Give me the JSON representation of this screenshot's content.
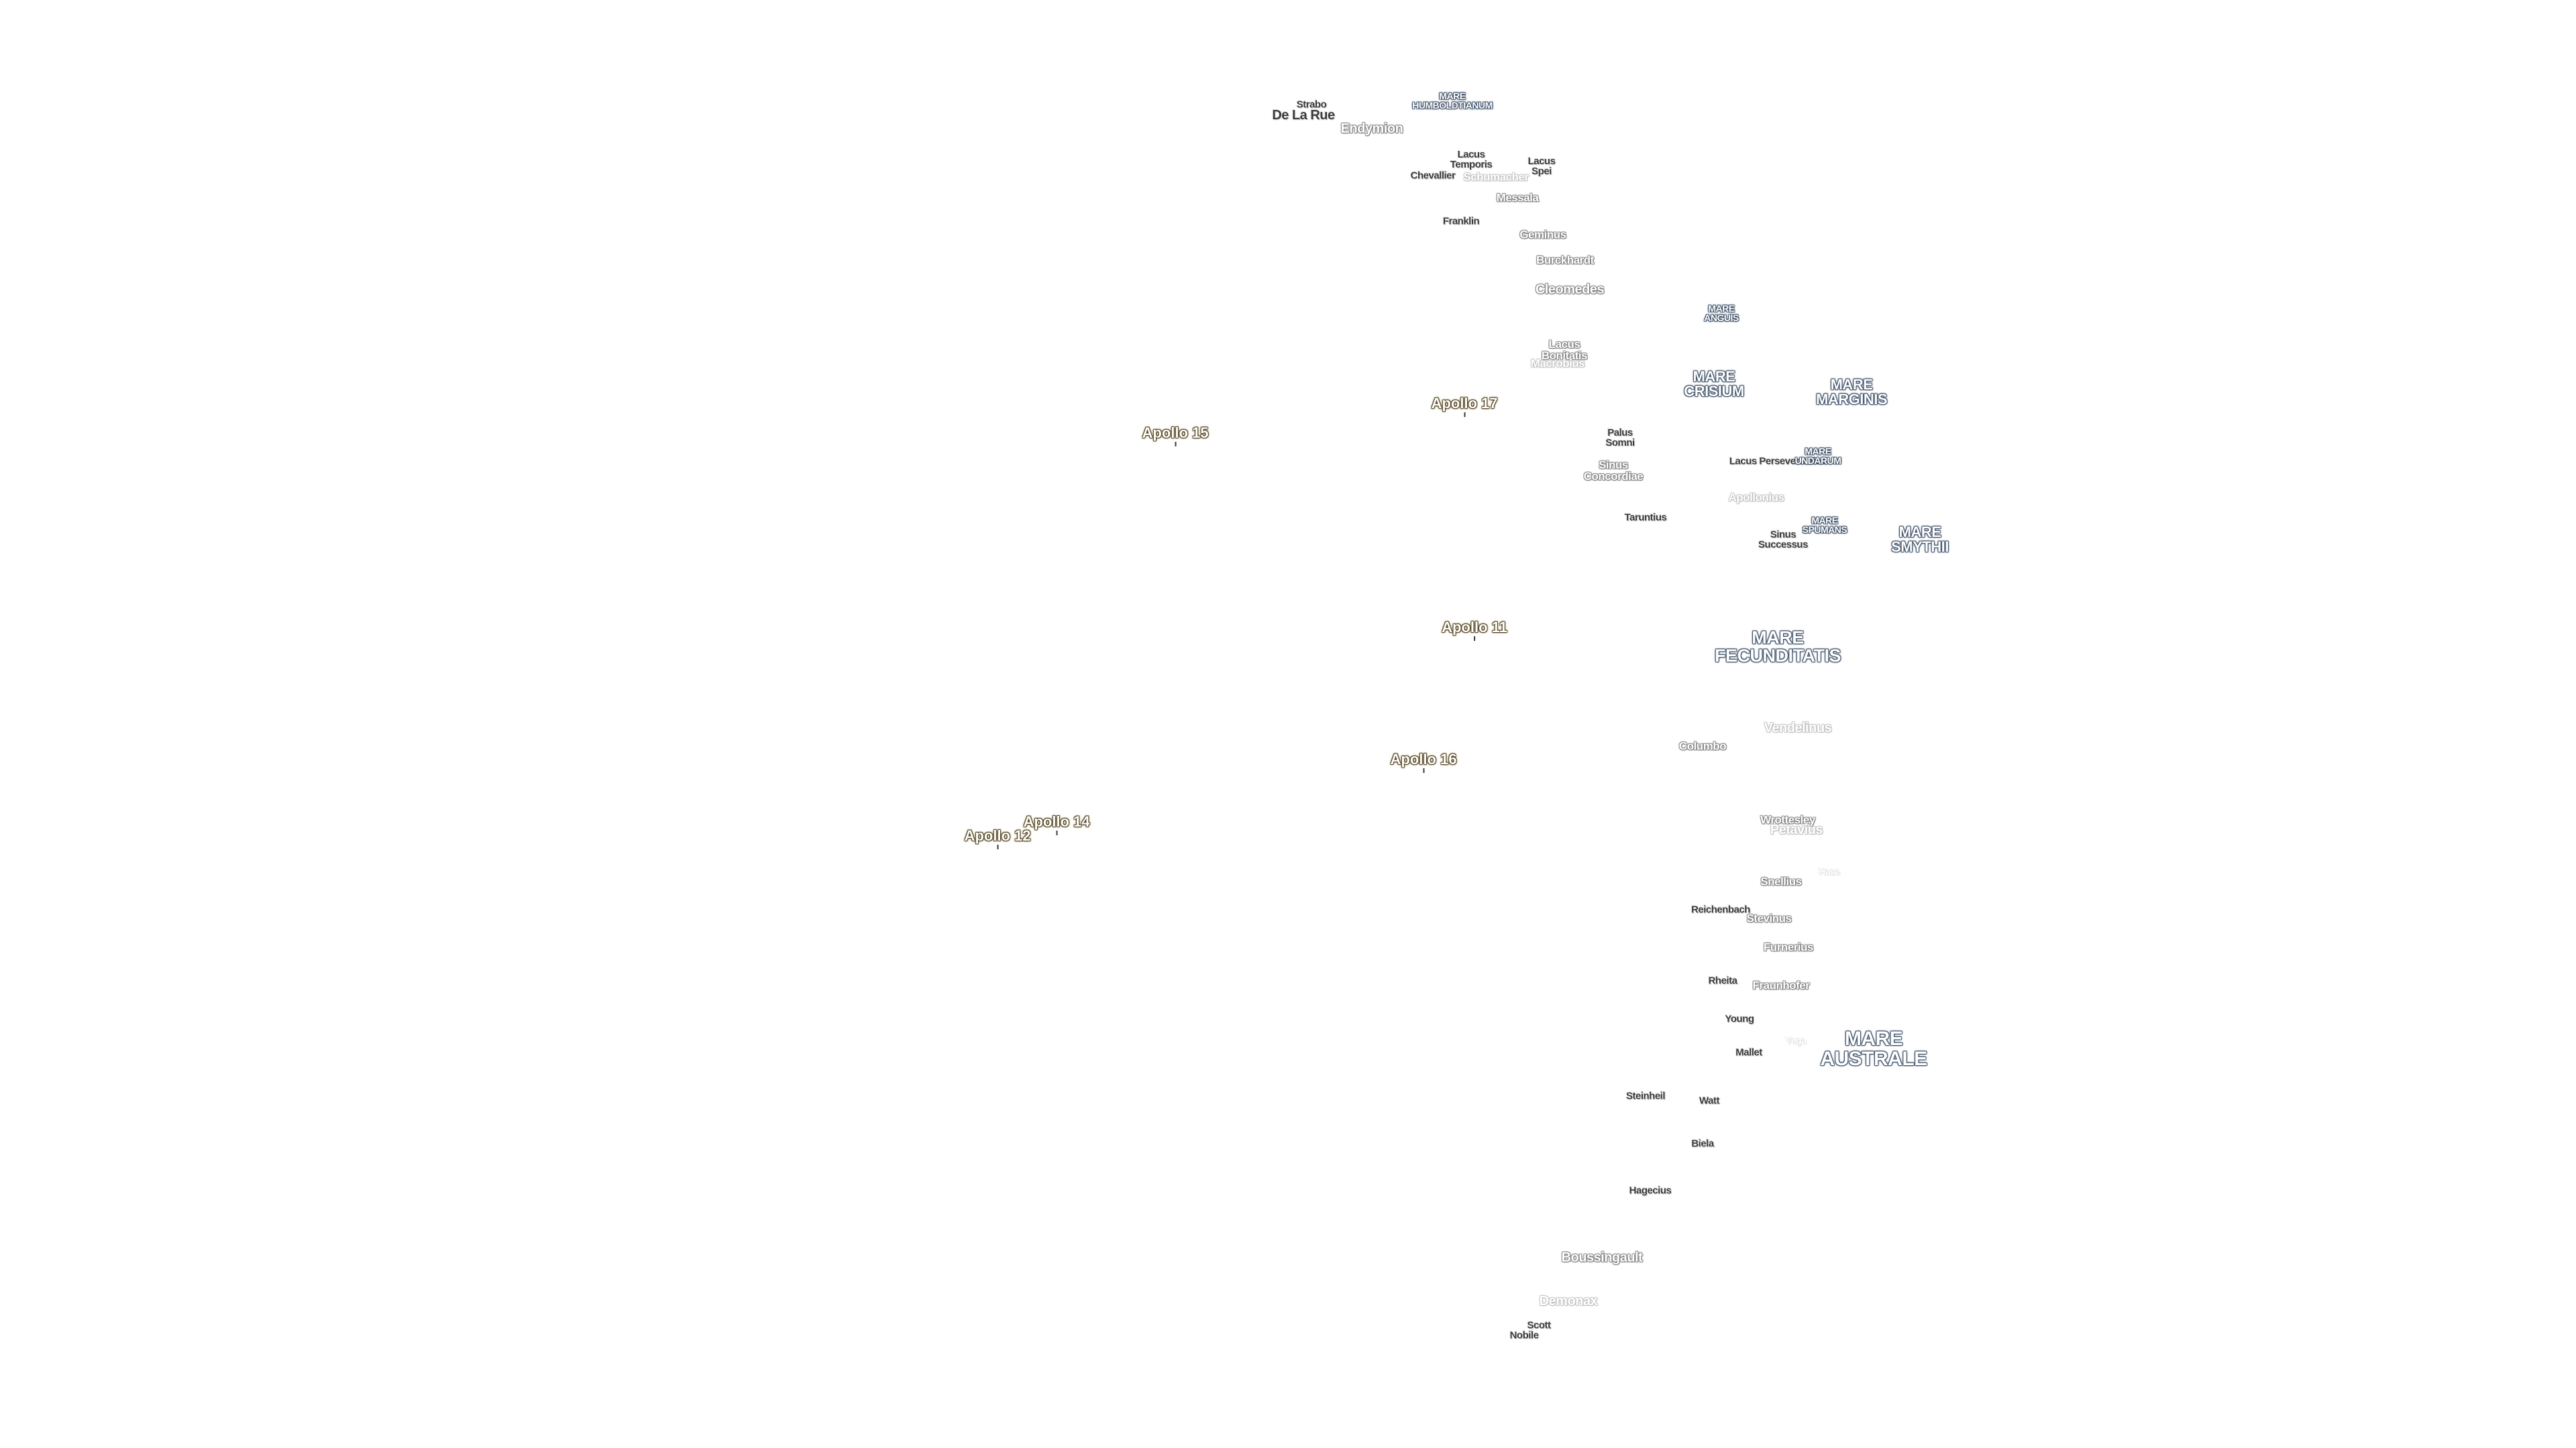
{
  "features": [
    {
      "id": "strabo",
      "label": "Strabo",
      "style": "f-dark"
    },
    {
      "id": "de-la-rue",
      "label": "De La Rue",
      "style": "f-dark f-big"
    },
    {
      "id": "mare-humboldtianum",
      "label": "MARE HUMBOLDTIANUM",
      "style": "mare m-s"
    },
    {
      "id": "endymion",
      "label": "Endymion",
      "style": "f-grey f-big"
    },
    {
      "id": "lacus-temporis",
      "label": "Lacus Temporis",
      "style": "f-dark"
    },
    {
      "id": "lacus-spei",
      "label": "Lacus Spei",
      "style": "f-dark"
    },
    {
      "id": "chevallier",
      "label": "Chevallier",
      "style": "f-dark"
    },
    {
      "id": "schumacher",
      "label": "Schumacher",
      "style": "f-faint"
    },
    {
      "id": "messala",
      "label": "Messala",
      "style": "f-grey"
    },
    {
      "id": "franklin",
      "label": "Franklin",
      "style": "f-dark"
    },
    {
      "id": "geminus",
      "label": "Geminus",
      "style": "f-grey"
    },
    {
      "id": "burckhardt",
      "label": "Burckhardt",
      "style": "f-grey"
    },
    {
      "id": "cleomedes",
      "label": "Cleomedes",
      "style": "f-grey f-big"
    },
    {
      "id": "mare-anguis",
      "label": "MARE ANGUIS",
      "style": "mare m-s"
    },
    {
      "id": "lacus-bonitatis",
      "label": "Lacus Bonitatis",
      "style": "f-grey"
    },
    {
      "id": "macrobius",
      "label": "Macrobius",
      "style": "f-faint"
    },
    {
      "id": "mare-crisium",
      "label": "MARE CRISIUM",
      "style": "mare m-m"
    },
    {
      "id": "mare-marginis",
      "label": "MARE MARGINIS",
      "style": "mare m-m"
    },
    {
      "id": "palus-somni",
      "label": "Palus Somni",
      "style": "f-dark"
    },
    {
      "id": "lacus-perseverantiae",
      "label": "Lacus Perseverantiae",
      "style": "f-dark"
    },
    {
      "id": "mare-undarum",
      "label": "MARE UNDARUM",
      "style": "mare m-s"
    },
    {
      "id": "sinus-concordiae",
      "label": "Sinus Concordiae",
      "style": "f-grey"
    },
    {
      "id": "apollonius",
      "label": "Apollonius",
      "style": "f-faint"
    },
    {
      "id": "taruntius",
      "label": "Taruntius",
      "style": "f-dark"
    },
    {
      "id": "mare-spumans",
      "label": "MARE SPUMANS",
      "style": "mare m-s"
    },
    {
      "id": "sinus-successus",
      "label": "Sinus Successus",
      "style": "f-dark"
    },
    {
      "id": "mare-smythii",
      "label": "MARE SMYTHII",
      "style": "mare m-m"
    },
    {
      "id": "mare-fecunditatis",
      "label": "MARE FECUNDITATIS",
      "style": "mare m-l"
    },
    {
      "id": "vendelinus",
      "label": "Vendelinus",
      "style": "f-faint f-big"
    },
    {
      "id": "columbo",
      "label": "Columbo",
      "style": "f-grey"
    },
    {
      "id": "wrottesley",
      "label": "Wrottesley",
      "style": "f-grey"
    },
    {
      "id": "petavius",
      "label": "Petavius",
      "style": "f-faint f-big"
    },
    {
      "id": "snellius",
      "label": "Snellius",
      "style": "f-grey"
    },
    {
      "id": "hase",
      "label": "Hase",
      "style": "f-vfaint"
    },
    {
      "id": "reichenbach",
      "label": "Reichenbach",
      "style": "f-dark"
    },
    {
      "id": "stevinus",
      "label": "Stevinus",
      "style": "f-grey"
    },
    {
      "id": "furnerius",
      "label": "Furnerius",
      "style": "f-grey"
    },
    {
      "id": "rheita",
      "label": "Rheita",
      "style": "f-dark"
    },
    {
      "id": "fraunhofer",
      "label": "Fraunhofer",
      "style": "f-grey"
    },
    {
      "id": "young",
      "label": "Young",
      "style": "f-dark"
    },
    {
      "id": "vega",
      "label": "Vega",
      "style": "f-vfaint"
    },
    {
      "id": "mallet",
      "label": "Mallet",
      "style": "f-dark"
    },
    {
      "id": "mare-australe",
      "label": "MARE AUSTRALE",
      "style": "mare m-xl"
    },
    {
      "id": "steinheil",
      "label": "Steinheil",
      "style": "f-dark"
    },
    {
      "id": "watt",
      "label": "Watt",
      "style": "f-dark"
    },
    {
      "id": "biela",
      "label": "Biela",
      "style": "f-dark"
    },
    {
      "id": "hagecius",
      "label": "Hagecius",
      "style": "f-dark"
    },
    {
      "id": "boussingault",
      "label": "Boussingault",
      "style": "f-grey f-big"
    },
    {
      "id": "demonax",
      "label": "Demonax",
      "style": "f-faint f-big"
    },
    {
      "id": "scott",
      "label": "Scott",
      "style": "f-dark"
    },
    {
      "id": "nobile",
      "label": "Nobile",
      "style": "f-dark"
    }
  ],
  "apollo_sites": [
    {
      "id": "apollo-17",
      "label": "Apollo 17"
    },
    {
      "id": "apollo-15",
      "label": "Apollo 15"
    },
    {
      "id": "apollo-11",
      "label": "Apollo 11"
    },
    {
      "id": "apollo-16",
      "label": "Apollo 16"
    },
    {
      "id": "apollo-14",
      "label": "Apollo 14"
    },
    {
      "id": "apollo-12",
      "label": "Apollo 12"
    }
  ]
}
